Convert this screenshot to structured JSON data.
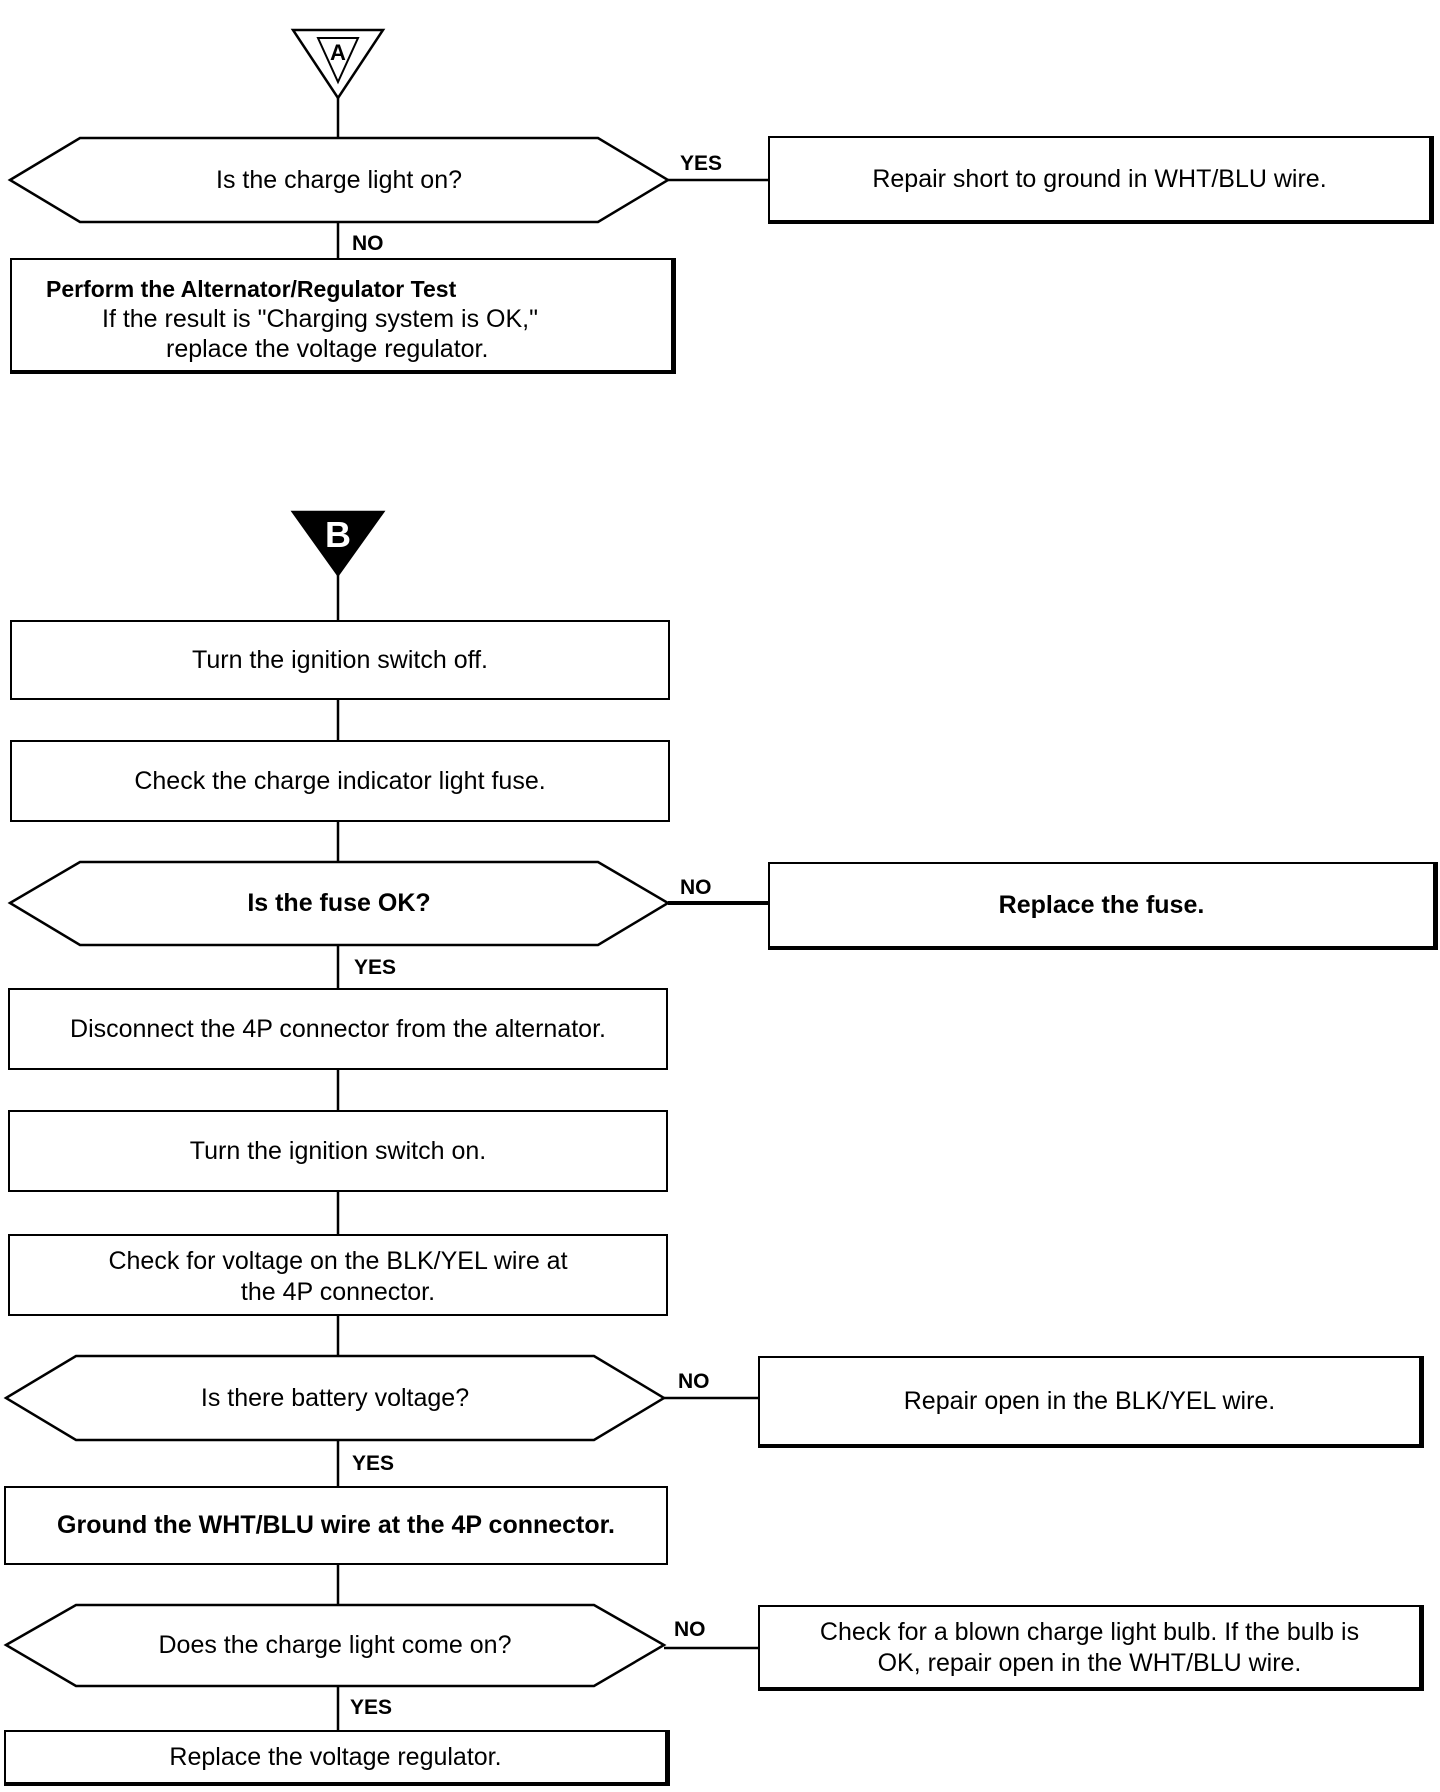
{
  "connectors": {
    "a": "A",
    "b": "B"
  },
  "section_a": {
    "d1": {
      "question": "Is the charge light on?",
      "yes": "YES",
      "no": "NO"
    },
    "r1": "Repair short to ground in WHT/BLU wire.",
    "b1": {
      "heading": "Perform the Alternator/Regulator Test",
      "line2": "If the result is \"Charging system is OK,\"",
      "line3": "replace the voltage regulator."
    }
  },
  "section_b": {
    "s1": "Turn the ignition switch off.",
    "s2": "Check the charge indicator light fuse.",
    "d2": {
      "question": "Is the fuse OK?",
      "no": "NO",
      "yes": "YES"
    },
    "r2": "Replace the fuse.",
    "s3": "Disconnect the 4P connector from the alternator.",
    "s4": "Turn the ignition switch on.",
    "s5": {
      "line1": "Check for voltage on the BLK/YEL wire at",
      "line2": "the 4P connector."
    },
    "d3": {
      "question": "Is there battery voltage?",
      "no": "NO",
      "yes": "YES"
    },
    "r3": "Repair open in the BLK/YEL wire.",
    "s6": "Ground the WHT/BLU wire at the 4P connector.",
    "d4": {
      "question": "Does the charge light come on?",
      "no": "NO",
      "yes": "YES"
    },
    "r4": {
      "line1": "Check for a blown charge light bulb. If the bulb is",
      "line2": "OK, repair open in the WHT/BLU wire."
    },
    "s7": "Replace the voltage regulator."
  }
}
